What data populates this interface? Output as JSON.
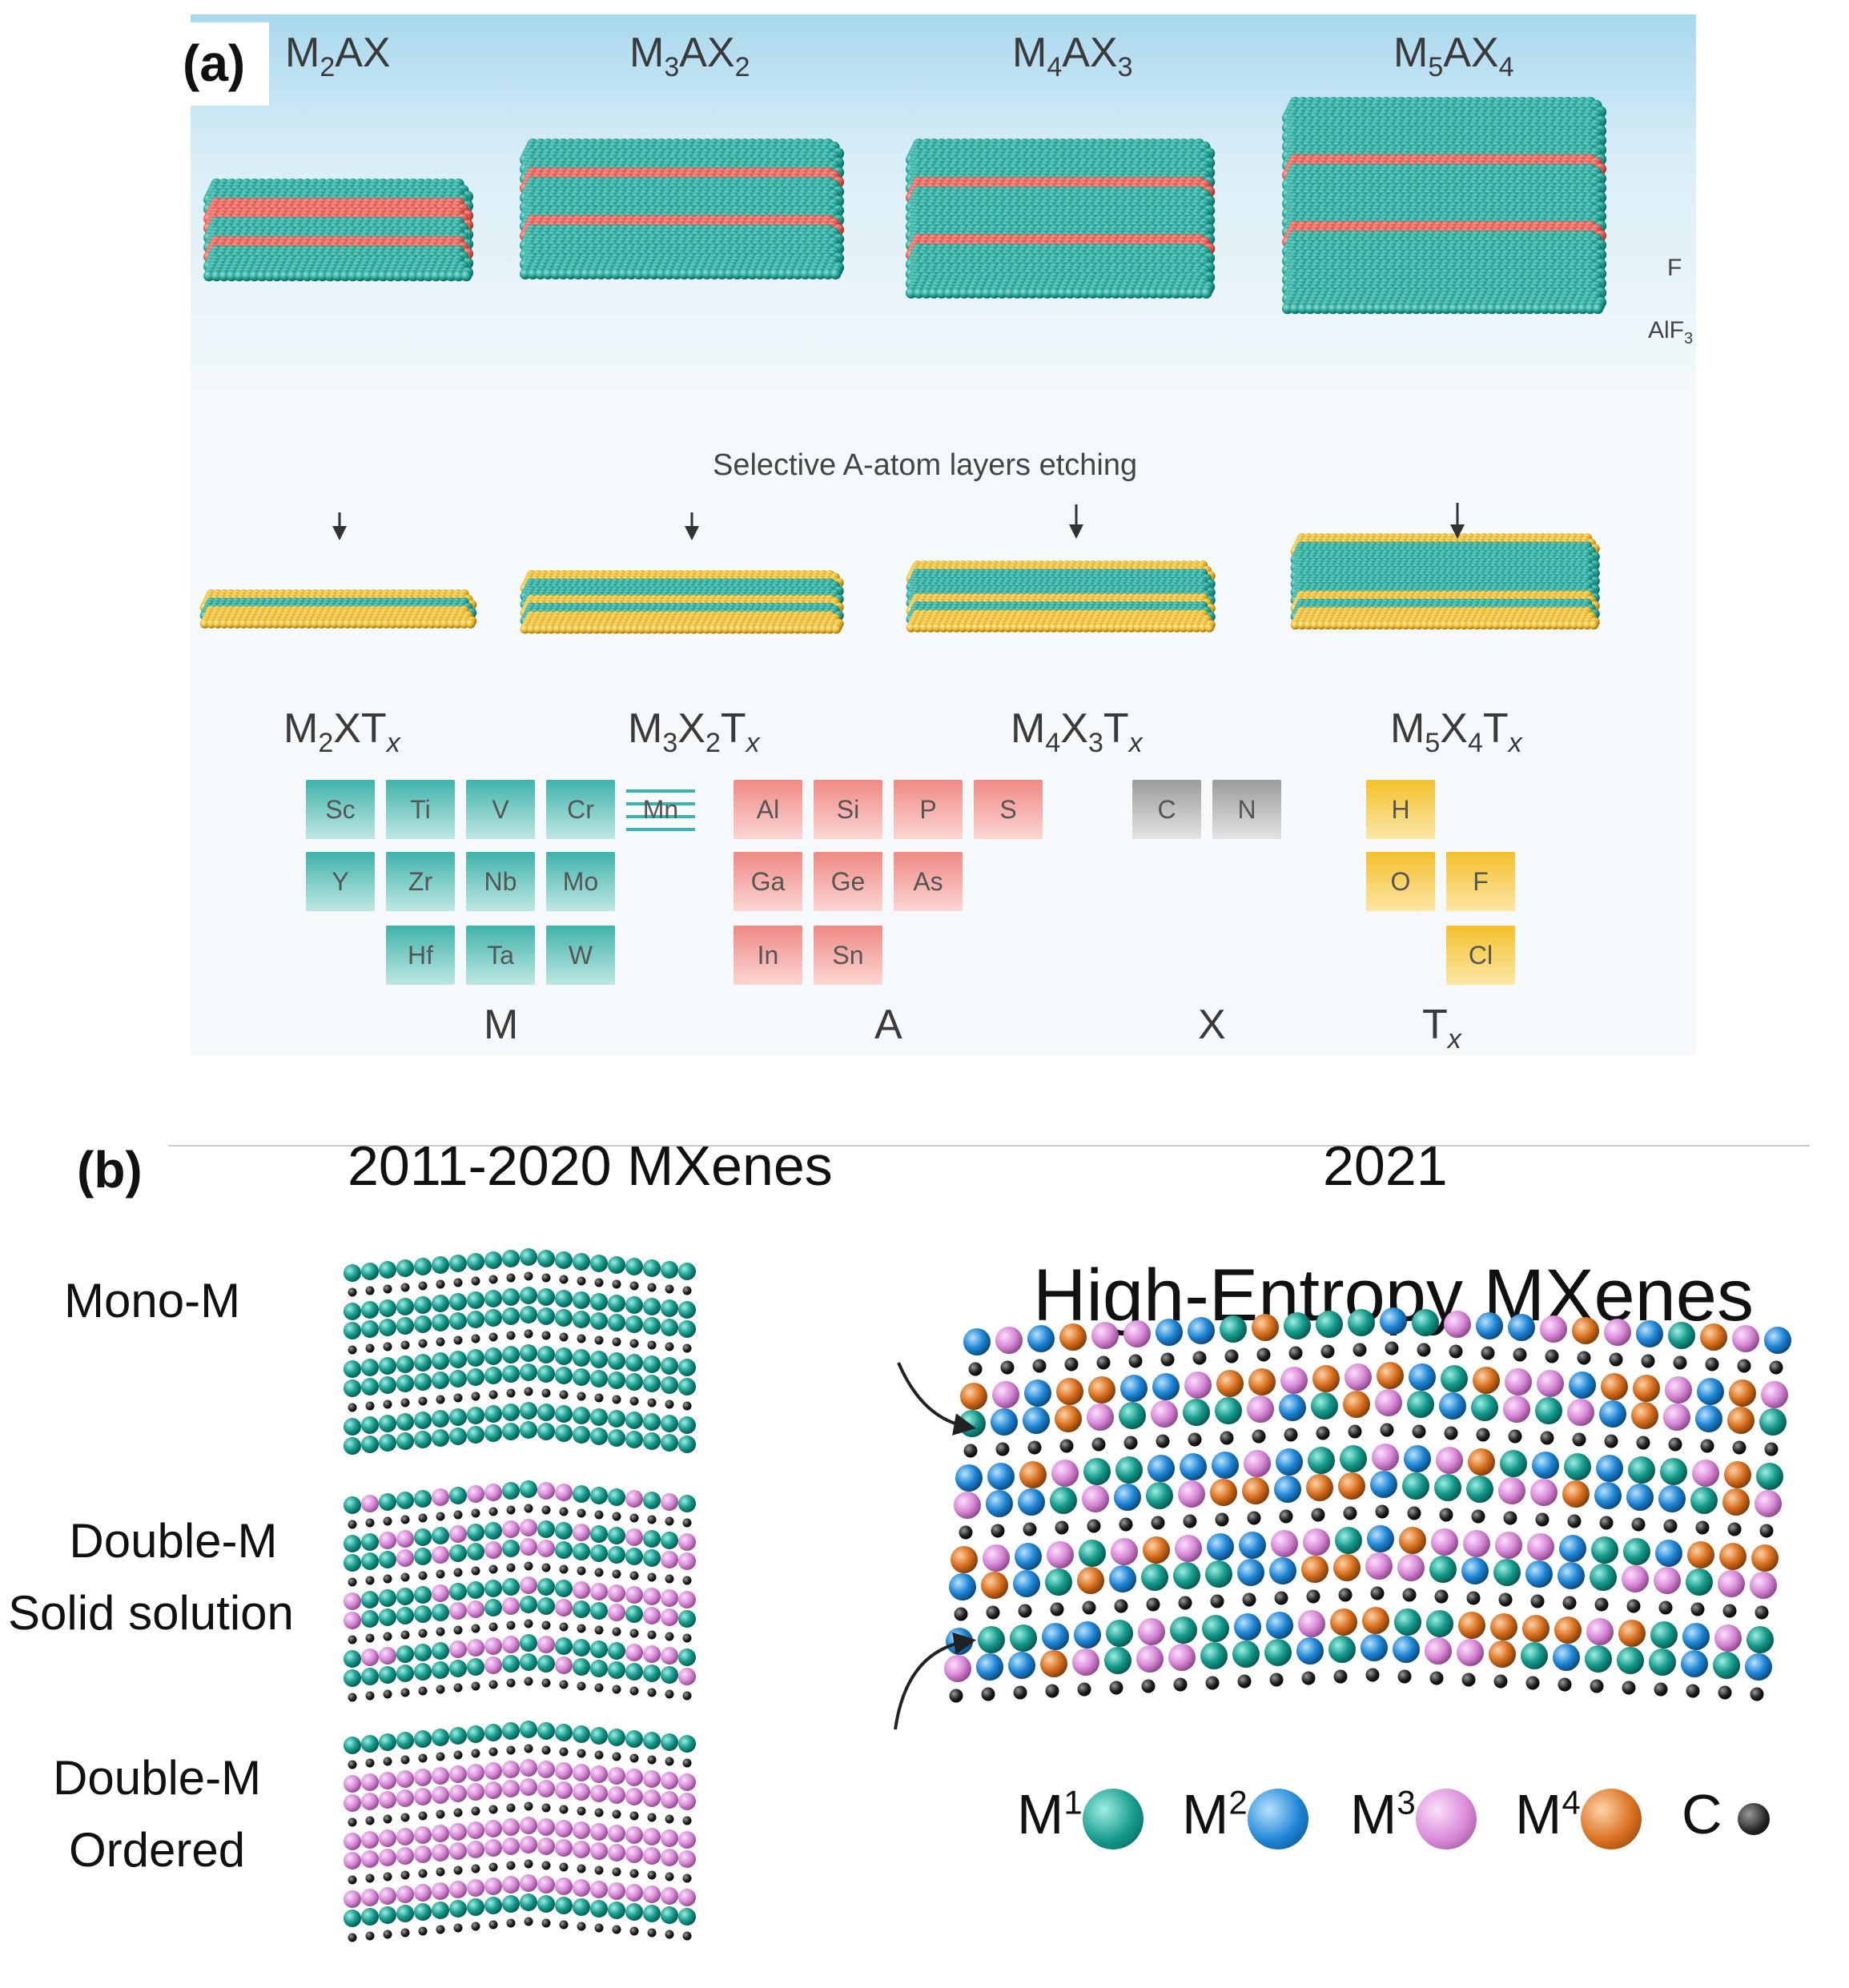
{
  "panel_a": {
    "letter": "(a)",
    "structures": [
      {
        "m": "M",
        "msub": "2",
        "a": "AX",
        "asub": ""
      },
      {
        "m": "M",
        "msub": "3",
        "a": "AX",
        "asub": "2"
      },
      {
        "m": "M",
        "msub": "4",
        "a": "AX",
        "asub": "3"
      },
      {
        "m": "M",
        "msub": "5",
        "a": "AX",
        "asub": "4"
      }
    ],
    "etch_label": "Selective A-atom layers etching",
    "f_label": "F",
    "alf3_label": "AlF",
    "alf3_sub": "3",
    "products": [
      {
        "m": "M",
        "msub": "2",
        "x": "XT",
        "xsub": "",
        "tx": "x"
      },
      {
        "m": "M",
        "msub": "3",
        "x": "X",
        "xsub": "2",
        "t": "T",
        "tx": "x"
      },
      {
        "m": "M",
        "msub": "4",
        "x": "X",
        "xsub": "3",
        "t": "T",
        "tx": "x"
      },
      {
        "m": "M",
        "msub": "5",
        "x": "X",
        "xsub": "4",
        "t": "T",
        "tx": "x"
      }
    ],
    "m_elements": [
      "Sc",
      "Ti",
      "V",
      "Cr",
      "Mn",
      "Y",
      "Zr",
      "Nb",
      "Mo",
      "Hf",
      "Ta",
      "W"
    ],
    "a_elements": [
      "Al",
      "Si",
      "P",
      "S",
      "Ga",
      "Ge",
      "As",
      "In",
      "Sn"
    ],
    "x_elements": [
      "C",
      "N"
    ],
    "t_elements": [
      "H",
      "O",
      "F",
      "Cl"
    ],
    "group_labels": {
      "m": "M",
      "a": "A",
      "x": "X",
      "t": "T",
      "t_sub": "x"
    }
  },
  "panel_b": {
    "letter": "(b)",
    "left_heading": "2011-2020 MXenes",
    "right_year": "2021",
    "right_title": "High-Entropy MXenes",
    "left_labels": {
      "mono": "Mono-M",
      "double_ss_1": "Double-M",
      "double_ss_2": "Solid solution",
      "double_ord_1": "Double-M",
      "double_ord_2": "Ordered"
    },
    "legend": [
      {
        "label": "M",
        "sup": "1",
        "color": "#159a8c"
      },
      {
        "label": "M",
        "sup": "2",
        "color": "#1f86d6"
      },
      {
        "label": "M",
        "sup": "3",
        "color": "#d98ad8"
      },
      {
        "label": "M",
        "sup": "4",
        "color": "#d9701f"
      },
      {
        "label": "C",
        "sup": "",
        "color": "#222222"
      }
    ]
  },
  "colors": {
    "m_atom": "#1e9e90",
    "a_atom": "#e0574e",
    "x_atom": "#333333",
    "t_atom": "#e8b21e",
    "m2": "#1f86d6",
    "m3": "#d98ad8",
    "m4": "#d9701f"
  }
}
